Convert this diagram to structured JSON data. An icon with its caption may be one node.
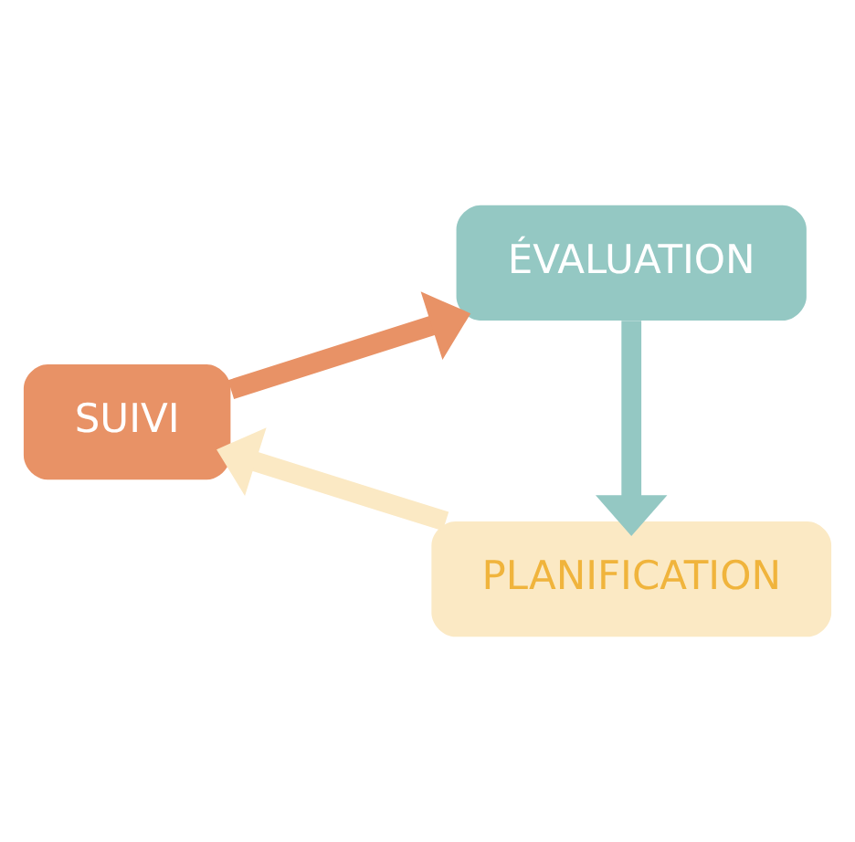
{
  "diagram": {
    "nodes": [
      {
        "text": [
          "ÉVALUATION"
        ]
      },
      {
        "text": [
          "PLANIFICATION"
        ]
      },
      {
        "text": [
          "SUIVI"
        ]
      }
    ],
    "edges": [
      {
        "from": 0,
        "to": 1,
        "arrow": "to",
        "color": "#94c8c3"
      },
      {
        "from": 1,
        "to": 2,
        "arrow": "to",
        "color": "#fbe9c4"
      },
      {
        "from": 2,
        "to": 0,
        "arrow": "to",
        "color": "#e89266"
      }
    ]
  }
}
